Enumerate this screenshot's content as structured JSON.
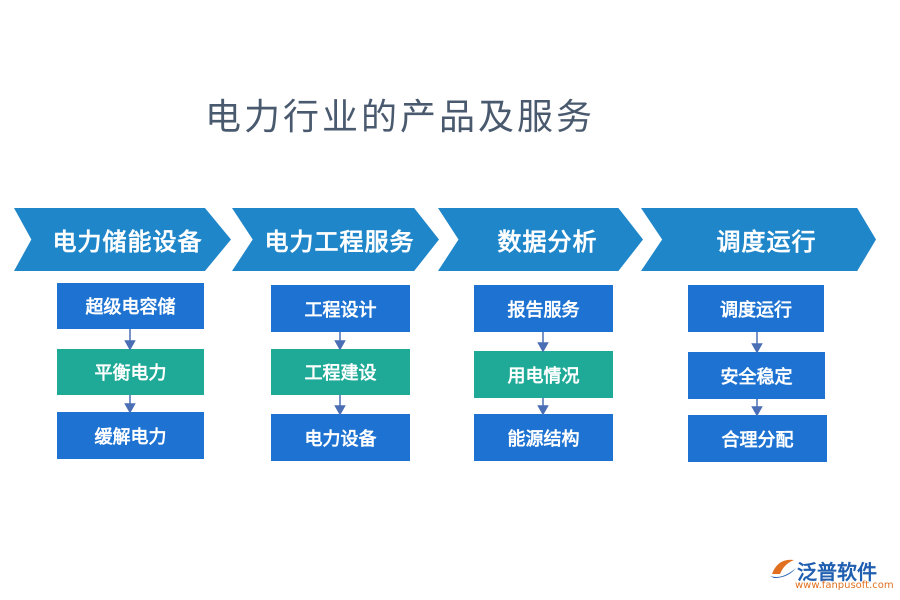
{
  "title": "电力行业的产品及服务",
  "columns": [
    {
      "header": "电力储能设备",
      "items": [
        "超级电容储",
        "平衡电力",
        "缓解电力"
      ]
    },
    {
      "header": "电力工程服务",
      "items": [
        "工程设计",
        "工程建设",
        "电力设备"
      ]
    },
    {
      "header": "数据分析",
      "items": [
        "报告服务",
        "用电情况",
        "能源结构"
      ]
    },
    {
      "header": "调度运行",
      "items": [
        "调度运行",
        "安全稳定",
        "合理分配"
      ]
    }
  ],
  "colors": {
    "chevron": "#1f86c9",
    "box_blue": "#1e73d2",
    "box_green": "#1eaa96",
    "arrow": "#4a6fb5",
    "title": "#4a5a6e"
  },
  "logo": {
    "name": "泛普软件",
    "url": "www.fanpusoft.com"
  }
}
